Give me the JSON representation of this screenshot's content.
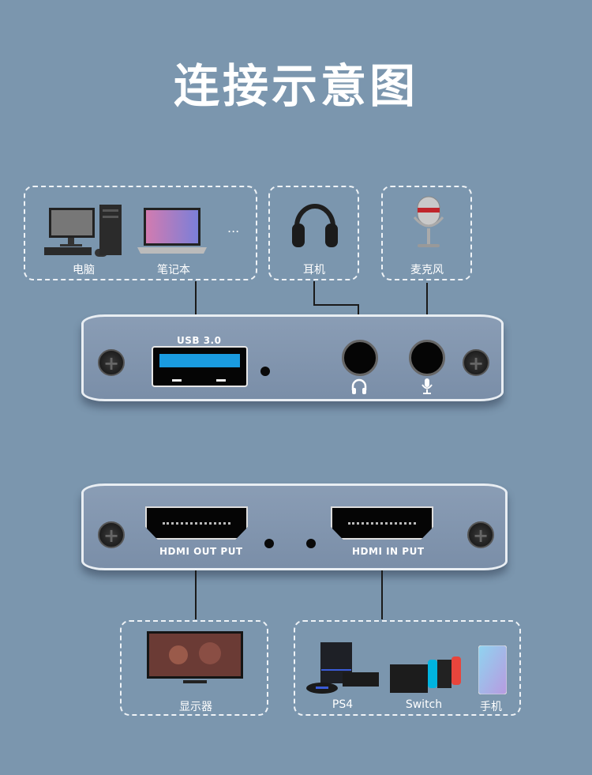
{
  "title": "连接示意图",
  "top_devices": {
    "computer_group": {
      "desktop_label": "电脑",
      "laptop_label": "笔记本",
      "more": "..."
    },
    "headphones_label": "耳机",
    "microphone_label": "麦克风"
  },
  "panel_top": {
    "usb_label": "USB 3.0"
  },
  "panel_bottom": {
    "hdmi_out_label": "HDMI OUT PUT",
    "hdmi_in_label": "HDMI IN PUT"
  },
  "bottom_devices": {
    "monitor_label": "显示器",
    "sources": [
      {
        "label": "PS4"
      },
      {
        "label": "Switch"
      },
      {
        "label": "手机"
      }
    ]
  },
  "colors": {
    "background": "#7b96ae",
    "usb_blue": "#1a9be0"
  }
}
